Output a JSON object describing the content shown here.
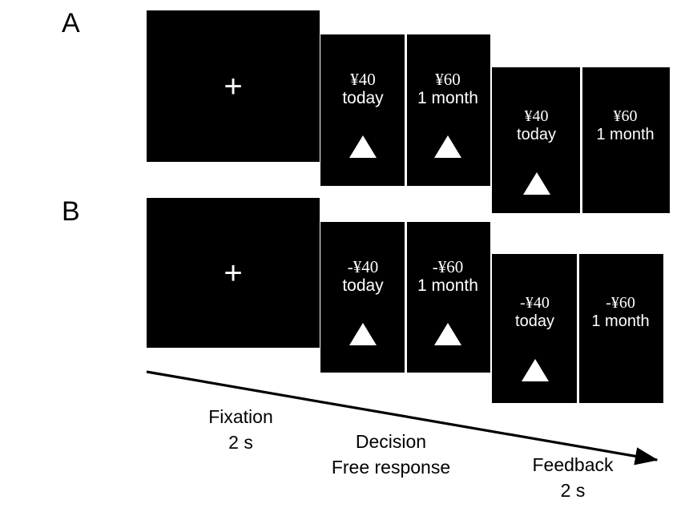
{
  "figure": {
    "background_color": "#ffffff",
    "screen_color": "#000000",
    "stimulus_text_color": "#ffffff"
  },
  "panels": [
    {
      "letter": "A",
      "condition": "gain",
      "screens": {
        "fixation": {
          "cross": "+"
        },
        "decision": {
          "left": {
            "amount": "¥40",
            "delay": "today",
            "marker": "triangle",
            "marker_visible": true
          },
          "right": {
            "amount": "¥60",
            "delay": "1 month",
            "marker": "triangle",
            "marker_visible": true
          }
        },
        "feedback": {
          "left": {
            "amount": "¥40",
            "delay": "today",
            "marker": "triangle",
            "marker_visible": true
          },
          "right": {
            "amount": "¥60",
            "delay": "1 month",
            "marker": "triangle",
            "marker_visible": false
          }
        }
      }
    },
    {
      "letter": "B",
      "condition": "loss",
      "screens": {
        "fixation": {
          "cross": "+"
        },
        "decision": {
          "left": {
            "amount": "-¥40",
            "delay": "today",
            "marker": "triangle",
            "marker_visible": true
          },
          "right": {
            "amount": "-¥60",
            "delay": "1 month",
            "marker": "triangle",
            "marker_visible": true
          }
        },
        "feedback": {
          "left": {
            "amount": "-¥40",
            "delay": "today",
            "marker": "triangle",
            "marker_visible": true
          },
          "right": {
            "amount": "-¥60",
            "delay": "1 month",
            "marker": "triangle",
            "marker_visible": false
          }
        }
      }
    }
  ],
  "timeline": {
    "phases": [
      {
        "name": "Fixation",
        "duration": "2 s"
      },
      {
        "name": "Decision",
        "duration": "Free response"
      },
      {
        "name": "Feedback",
        "duration": "2 s"
      }
    ],
    "arrow_color": "#000000"
  }
}
